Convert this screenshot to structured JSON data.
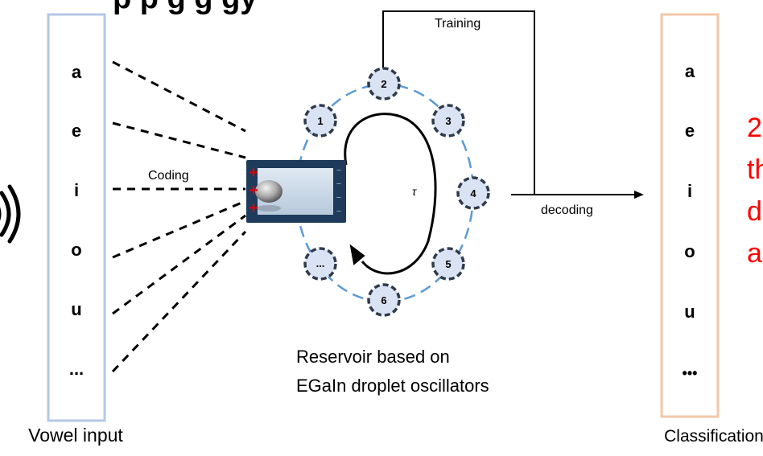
{
  "header_fragment": "p            p         g     g     gy",
  "vowel_input": {
    "items": [
      "a",
      "e",
      "i",
      "o",
      "u",
      "..."
    ],
    "caption": "Vowel input",
    "border_color": "#b4c7e7"
  },
  "coding_label": "Coding",
  "training_label": "Training",
  "decoding_label": "decoding",
  "tau_symbol": "τ",
  "reservoir": {
    "nodes": [
      "1",
      "2",
      "3",
      "4",
      "5",
      "6",
      "..."
    ],
    "caption_line1": "Reservoir based on",
    "caption_line2": "EGaIn droplet oscillators",
    "ring_color": "#5b9bd5",
    "node_fill": "#dae3f3",
    "node_stroke": "#2f3b4c"
  },
  "device": {
    "plus_signs": [
      "+",
      "+",
      "+"
    ],
    "minus_signs": [
      "−",
      "−",
      "−",
      "−"
    ],
    "frame_color": "#1f3b5c",
    "plus_color": "#e00000"
  },
  "classification": {
    "items": [
      "a",
      "e",
      "i",
      "o",
      "u",
      "•••"
    ],
    "caption": "Classification",
    "border_color": "#f4c7a8"
  },
  "side_note": {
    "lines": [
      "2",
      "th",
      "d",
      "a"
    ],
    "color": "#ff0000"
  },
  "sound_icon_color": "#000000"
}
